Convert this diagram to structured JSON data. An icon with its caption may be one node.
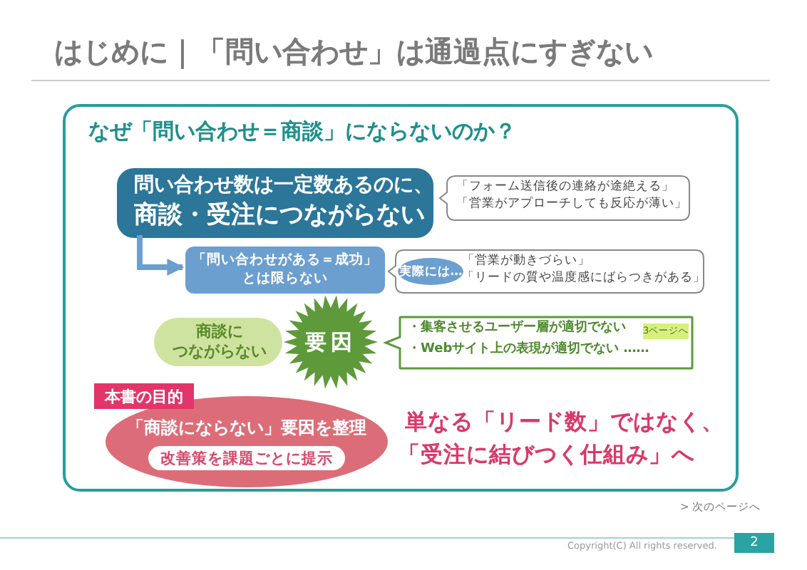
{
  "diagram": {
    "title": "はじめに｜「問い合わせ」は通過点にすぎない",
    "nodes": [
      {
        "text": [
          "なぜ「問い合わせ＝商談」にならないのか？"
        ]
      },
      {
        "text": [
          "問い合わせ数は一定数あるのに、",
          "商談・受注につながらない"
        ],
        "in": 0
      },
      {
        "text": [
          "「フォーム送信後の連絡が途絶える」",
          "「営業がアプローチしても反応が薄い」"
        ],
        "in": 0
      },
      {
        "text": [
          "「問い合わせがある＝成功」",
          "とは限らない"
        ],
        "in": 0
      },
      {
        "text": [
          "「営業が動きづらい」",
          "「リードの質や温度感にばらつきがある」"
        ],
        "in": 0
      },
      {
        "text": [
          "実際には…"
        ],
        "in": 4
      },
      {
        "text": [
          "商談に",
          "つながらない"
        ],
        "in": 0
      },
      {
        "text": [
          "要因"
        ],
        "in": 0
      },
      {
        "text": [
          "・集客させるユーザー層が適切でない",
          "・Webサイト上の表現が適切でない ……"
        ],
        "in": 0
      },
      {
        "text": [
          "3ページへ"
        ],
        "in": 8
      },
      {
        "text": [
          "本書の目的"
        ],
        "in": 0
      },
      {
        "text": [
          "「商談にならない」要因を整理"
        ],
        "in": 0
      },
      {
        "text": [
          "改善策を課題ごとに提示"
        ],
        "in": 11
      }
    ],
    "edges": [
      {
        "from": 1,
        "to": 3,
        "arrow": "to"
      }
    ],
    "labels": [
      "単なる「リード数」ではなく、",
      "「受注に結びつく仕組み」へ",
      "> 次のページへ",
      "Copyright(C) All rights reserved.",
      "2"
    ]
  }
}
